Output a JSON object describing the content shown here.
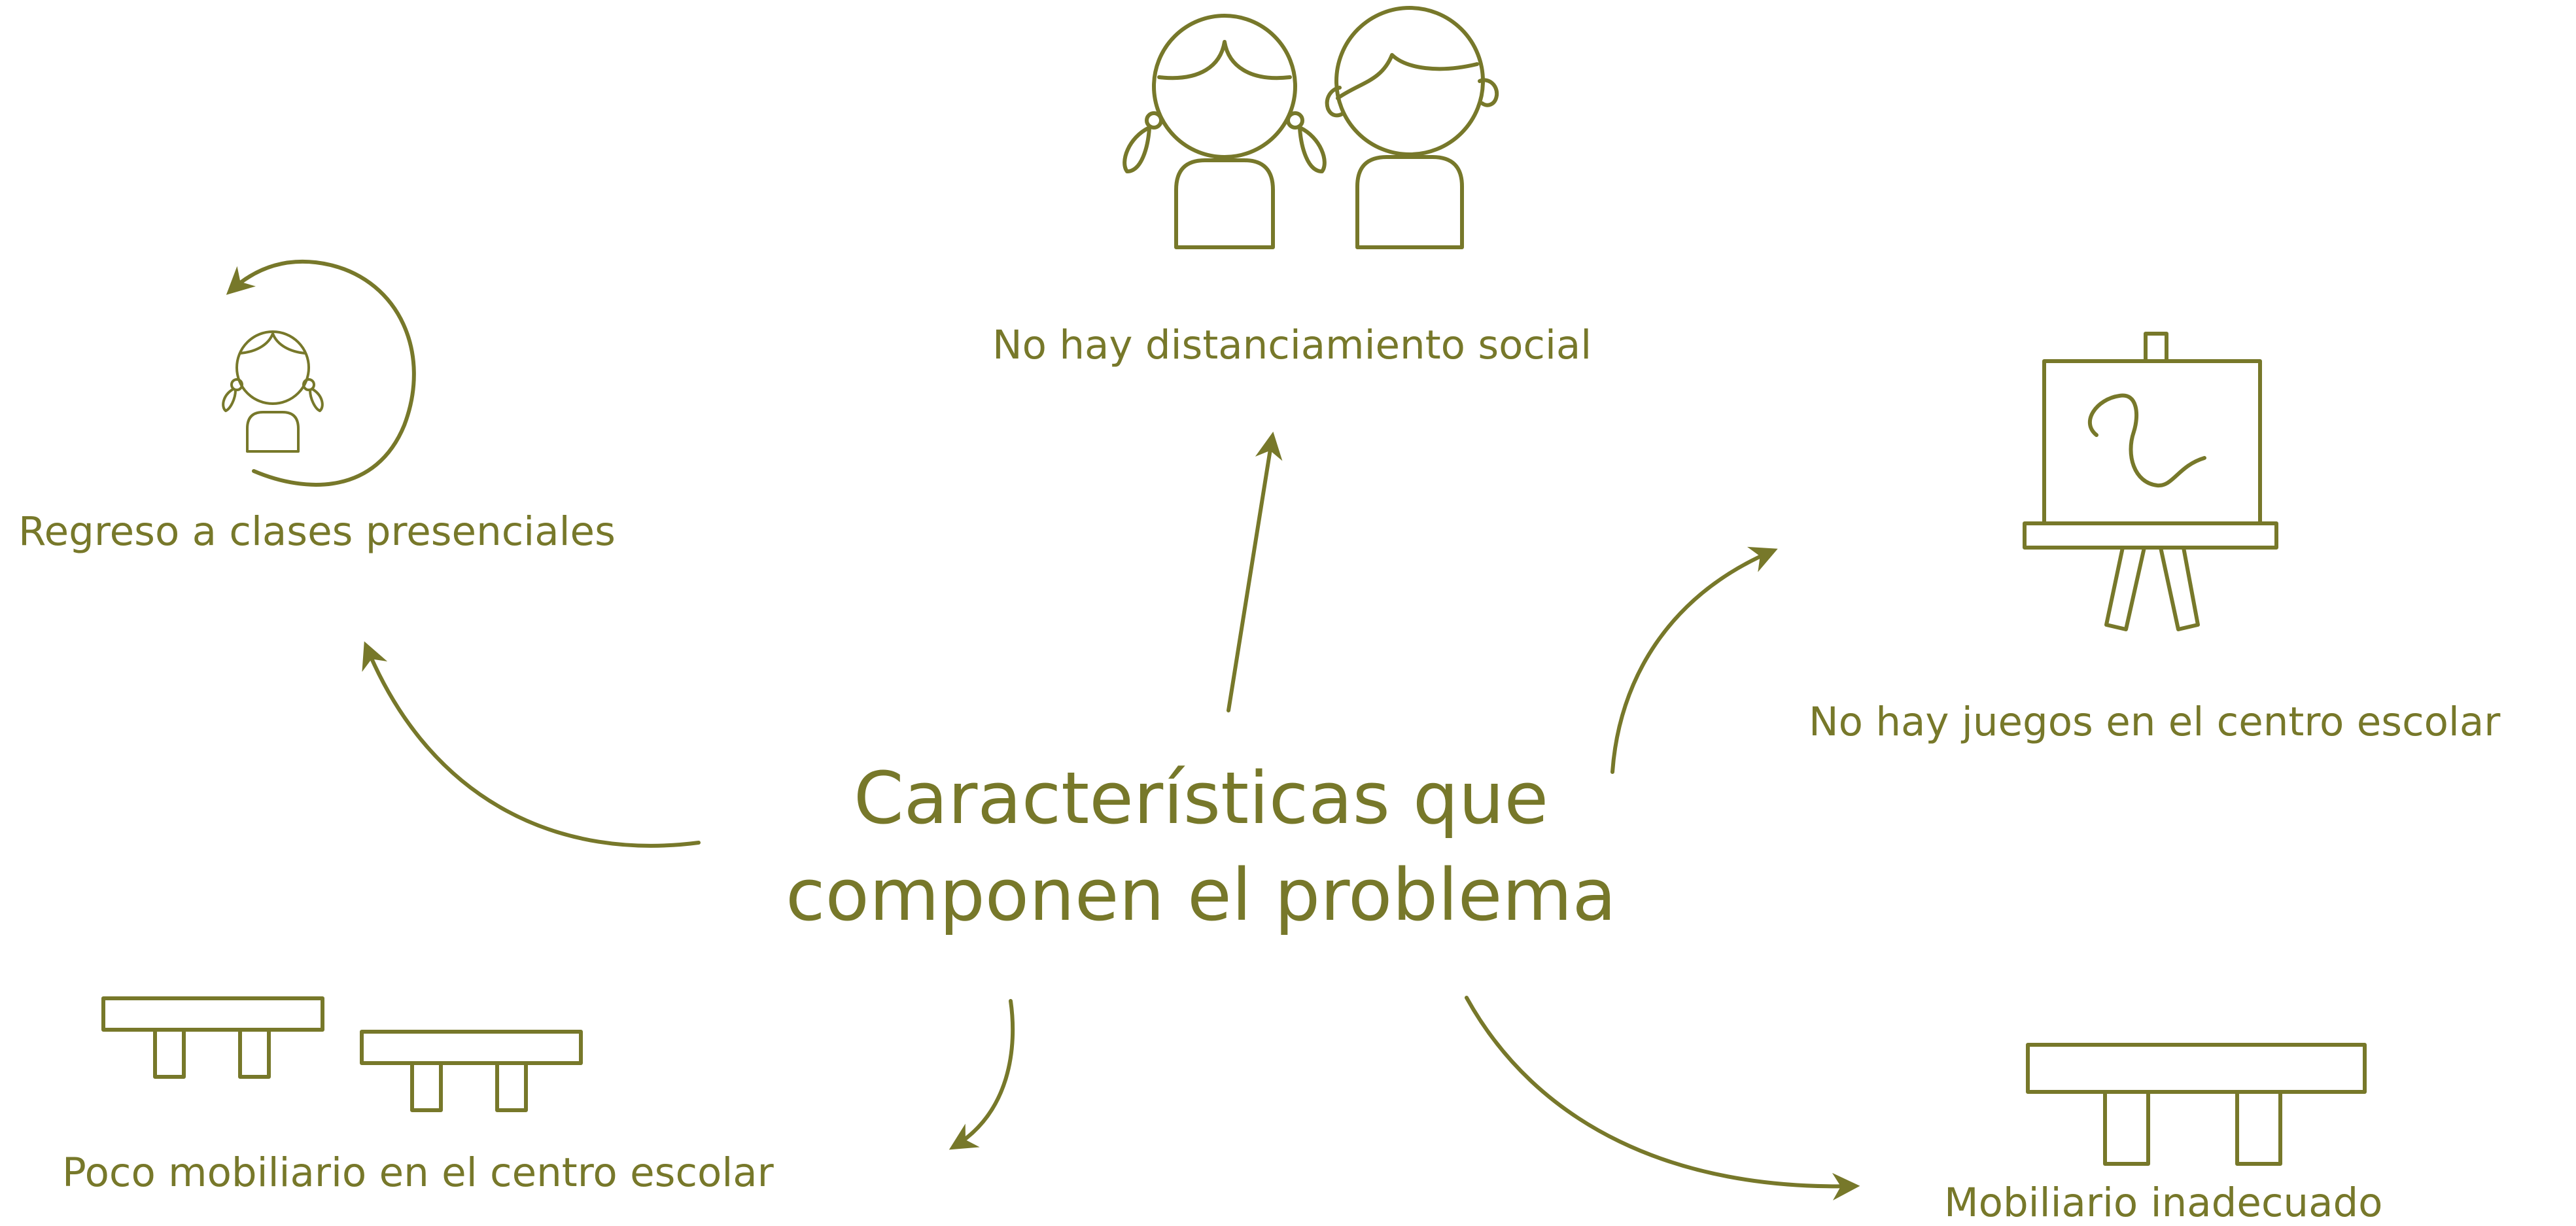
{
  "title": {
    "line1": "Características que",
    "line2": "componen el problema"
  },
  "nodes": [
    {
      "label": "Regreso a clases presenciales",
      "icon": "girl-with-cycle-arrow-icon"
    },
    {
      "label": "No hay distanciamiento social",
      "icon": "two-children-icon"
    },
    {
      "label": "No hay juegos en el centro escolar",
      "icon": "easel-icon"
    },
    {
      "label": "Poco mobiliario en el centro escolar",
      "icon": "two-benches-icon"
    },
    {
      "label": "Mobiliario inadecuado",
      "icon": "bench-icon"
    }
  ],
  "colors": {
    "accent": "#77782a",
    "background": "#ffffff"
  }
}
